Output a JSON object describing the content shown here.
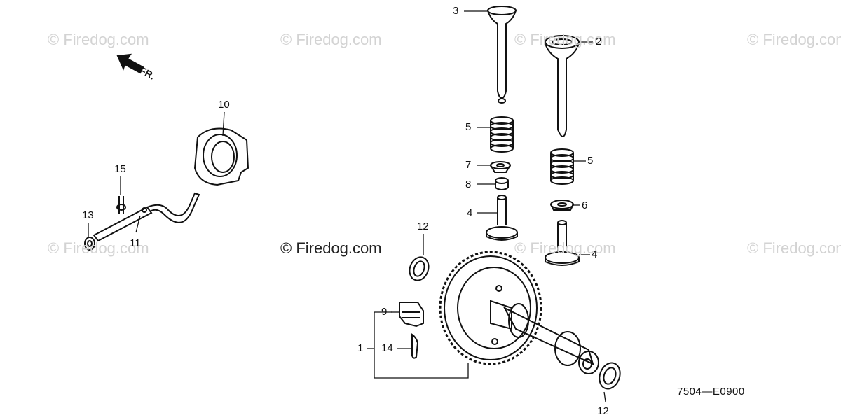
{
  "watermarks": [
    "© Firedog.com",
    "© Firedog.com",
    "© Firedog.com",
    "© Firedog.com",
    "© Firedog.com",
    "© Firedog.com",
    "© Firedog.com"
  ],
  "main_watermark": "© Firedog.com",
  "direction_label": "FR.",
  "diagram_code": "7504—E0900",
  "callouts": {
    "c1": "1",
    "c2": "2",
    "c3": "3",
    "c4a": "4",
    "c4b": "4",
    "c5a": "5",
    "c5b": "5",
    "c6": "6",
    "c7": "7",
    "c8": "8",
    "c9": "9",
    "c10": "10",
    "c11": "11",
    "c12a": "12",
    "c12b": "12",
    "c13": "13",
    "c14": "14",
    "c15": "15"
  }
}
